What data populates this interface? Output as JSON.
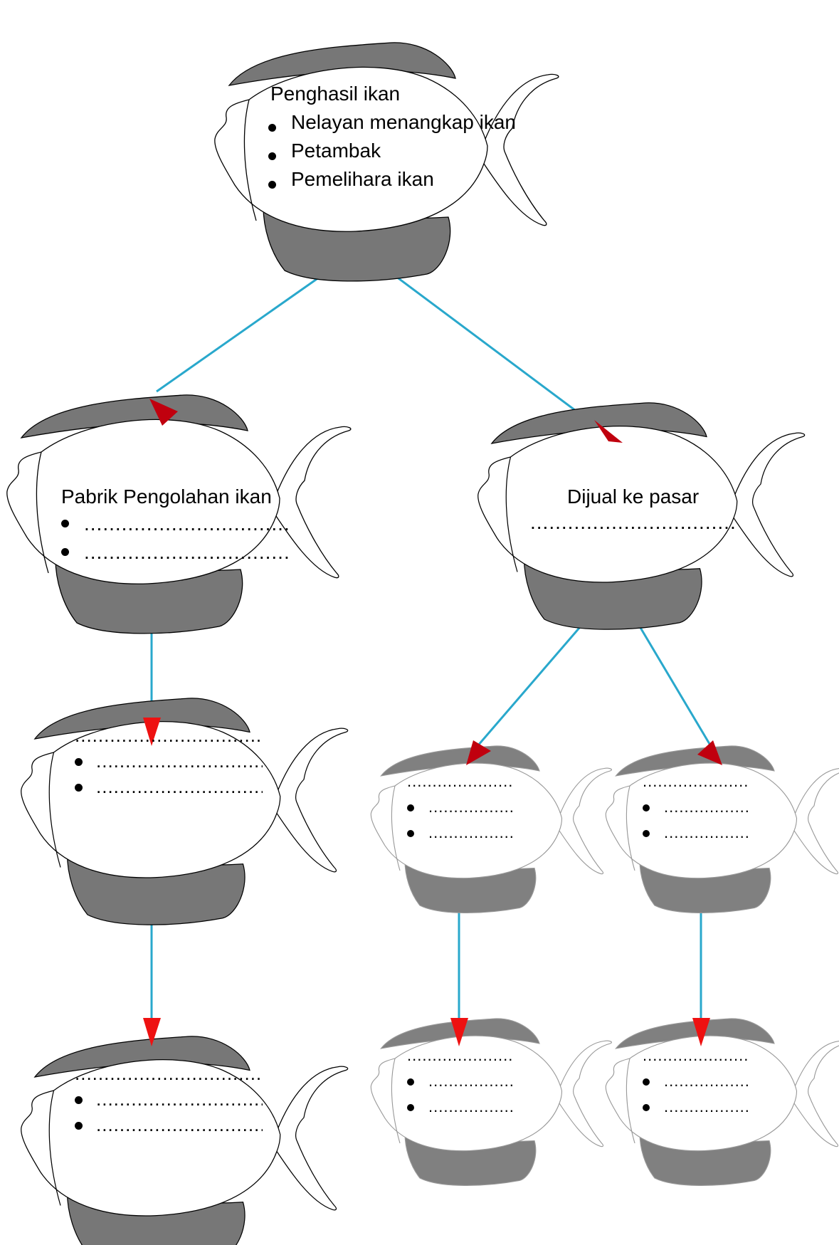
{
  "colors": {
    "fish_dark": "#777777",
    "fish_dark_light": "#808080",
    "fish_outline": "#000000",
    "fish_outline_light": "#999999",
    "connector": "#29a8cc",
    "arrowhead_dark": "#c0000e",
    "arrowhead_bright": "#ee1111"
  },
  "fishes": {
    "root": {
      "title": "Penghasil ikan",
      "bullets": [
        "Nelayan menangkap ikan",
        "Petambak",
        "Pemelihara ikan"
      ]
    },
    "left1": {
      "title": "Pabrik Pengolahan ikan",
      "bullets": [
        ".................................",
        "................................."
      ]
    },
    "right1": {
      "title": "Dijual ke pasar",
      "fill_line": "....................................."
    },
    "left2": {
      "fill_line": ".................................",
      "bullets": [
        ".............................",
        "............................."
      ]
    },
    "left3": {
      "fill_line": ".................................",
      "bullets": [
        ".............................",
        "............................."
      ]
    },
    "right2a": {
      "fill_line": ".....................",
      "bullets": [
        ".................",
        "................."
      ]
    },
    "right2b": {
      "fill_line": ".....................",
      "bullets": [
        ".................",
        "................."
      ]
    },
    "right3a": {
      "fill_line": ".....................",
      "bullets": [
        ".................",
        "................."
      ]
    },
    "right3b": {
      "fill_line": ".....................",
      "bullets": [
        ".................",
        "................."
      ]
    }
  }
}
